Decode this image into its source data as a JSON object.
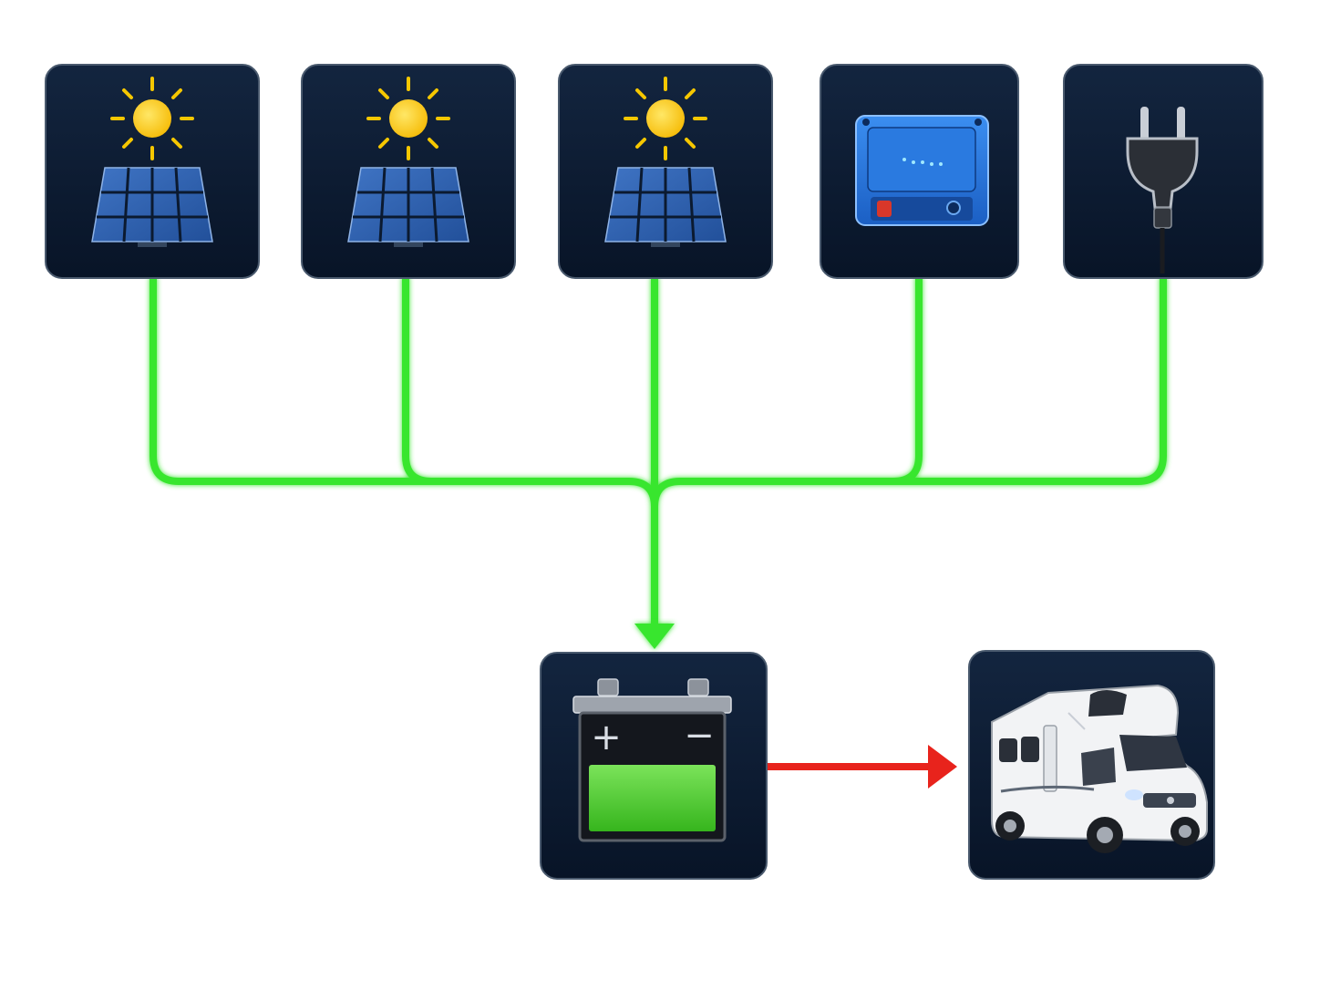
{
  "diagram": {
    "background": "#ffffff",
    "tile_color": "#0b1a30",
    "input_line_color": "#39e62f",
    "output_arrow_color": "#e8231c",
    "battery_fill_color": "#4dd12e",
    "nodes": [
      {
        "id": "solar-panel-1",
        "icon": "solar-panel-icon"
      },
      {
        "id": "solar-panel-2",
        "icon": "solar-panel-icon"
      },
      {
        "id": "solar-panel-3",
        "icon": "solar-panel-icon"
      },
      {
        "id": "dc-charger",
        "icon": "dc-dc-charger-icon"
      },
      {
        "id": "shore-power",
        "icon": "power-plug-icon"
      },
      {
        "id": "battery",
        "icon": "battery-icon",
        "labels": [
          "+",
          "−"
        ]
      },
      {
        "id": "motorhome",
        "icon": "motorhome-icon"
      }
    ],
    "edges": [
      {
        "from": "solar-panel-1",
        "to": "battery",
        "color": "green"
      },
      {
        "from": "solar-panel-2",
        "to": "battery",
        "color": "green"
      },
      {
        "from": "solar-panel-3",
        "to": "battery",
        "color": "green"
      },
      {
        "from": "dc-charger",
        "to": "battery",
        "color": "green"
      },
      {
        "from": "shore-power",
        "to": "battery",
        "color": "green"
      },
      {
        "from": "battery",
        "to": "motorhome",
        "color": "red"
      }
    ]
  }
}
